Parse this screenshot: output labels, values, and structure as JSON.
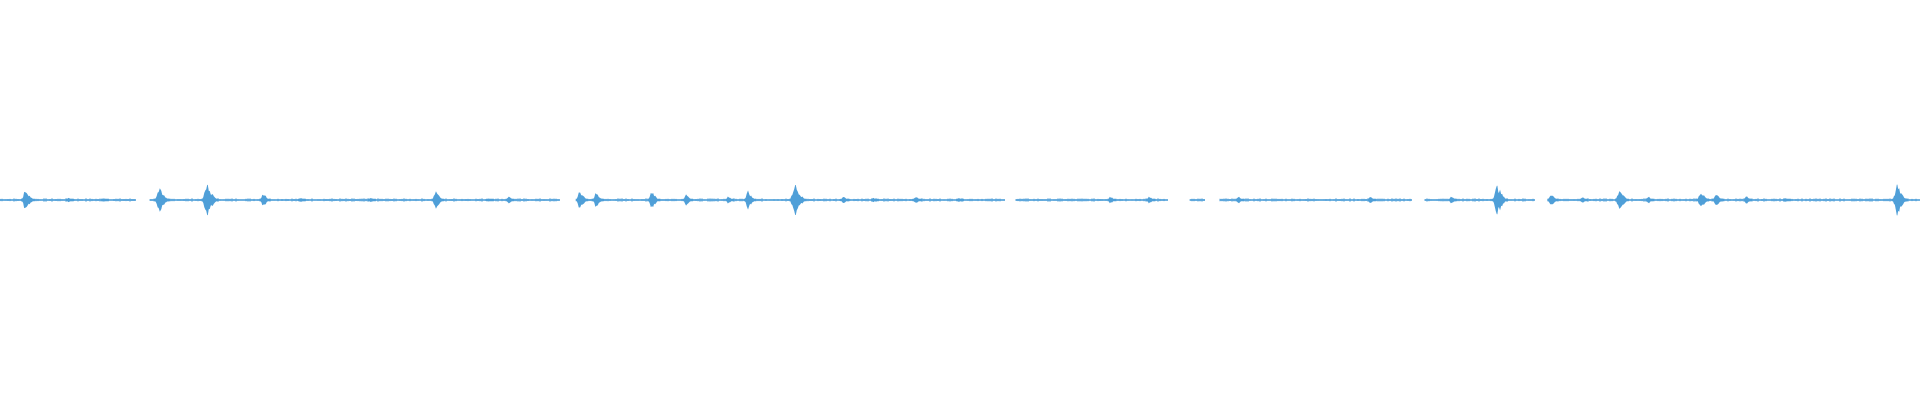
{
  "chart_data": {
    "type": "area",
    "title": "",
    "xlabel": "",
    "ylabel": "",
    "grid": false,
    "ylim": [
      -1,
      1
    ],
    "x_range": [
      0,
      1920
    ],
    "color": "#4f9fd8",
    "bursts": [
      {
        "x": 28,
        "amp": 0.06
      },
      {
        "x": 70,
        "amp": 0.01
      },
      {
        "x": 105,
        "amp": 0.01
      },
      {
        "x": 162,
        "amp": 0.07
      },
      {
        "x": 210,
        "amp": 0.09
      },
      {
        "x": 265,
        "amp": 0.04
      },
      {
        "x": 302,
        "amp": 0.01
      },
      {
        "x": 372,
        "amp": 0.01
      },
      {
        "x": 438,
        "amp": 0.05
      },
      {
        "x": 490,
        "amp": 0.01
      },
      {
        "x": 510,
        "amp": 0.02
      },
      {
        "x": 582,
        "amp": 0.05
      },
      {
        "x": 598,
        "amp": 0.04
      },
      {
        "x": 654,
        "amp": 0.05
      },
      {
        "x": 688,
        "amp": 0.03
      },
      {
        "x": 730,
        "amp": 0.02
      },
      {
        "x": 750,
        "amp": 0.05
      },
      {
        "x": 798,
        "amp": 0.09
      },
      {
        "x": 845,
        "amp": 0.02
      },
      {
        "x": 875,
        "amp": 0.01
      },
      {
        "x": 917,
        "amp": 0.02
      },
      {
        "x": 960,
        "amp": 0.01
      },
      {
        "x": 1112,
        "amp": 0.02
      },
      {
        "x": 1151,
        "amp": 0.02
      },
      {
        "x": 1240,
        "amp": 0.02
      },
      {
        "x": 1372,
        "amp": 0.02
      },
      {
        "x": 1453,
        "amp": 0.02
      },
      {
        "x": 1500,
        "amp": 0.08
      },
      {
        "x": 1553,
        "amp": 0.04
      },
      {
        "x": 1584,
        "amp": 0.02
      },
      {
        "x": 1622,
        "amp": 0.06
      },
      {
        "x": 1650,
        "amp": 0.02
      },
      {
        "x": 1703,
        "amp": 0.05
      },
      {
        "x": 1718,
        "amp": 0.04
      },
      {
        "x": 1748,
        "amp": 0.02
      },
      {
        "x": 1787,
        "amp": 0.01
      },
      {
        "x": 1900,
        "amp": 0.08
      }
    ],
    "gaps": [
      [
        136,
        150
      ],
      [
        560,
        578
      ],
      [
        1005,
        1016
      ],
      [
        1168,
        1190
      ],
      [
        1205,
        1220
      ],
      [
        1412,
        1425
      ],
      [
        1535,
        1550
      ]
    ]
  }
}
